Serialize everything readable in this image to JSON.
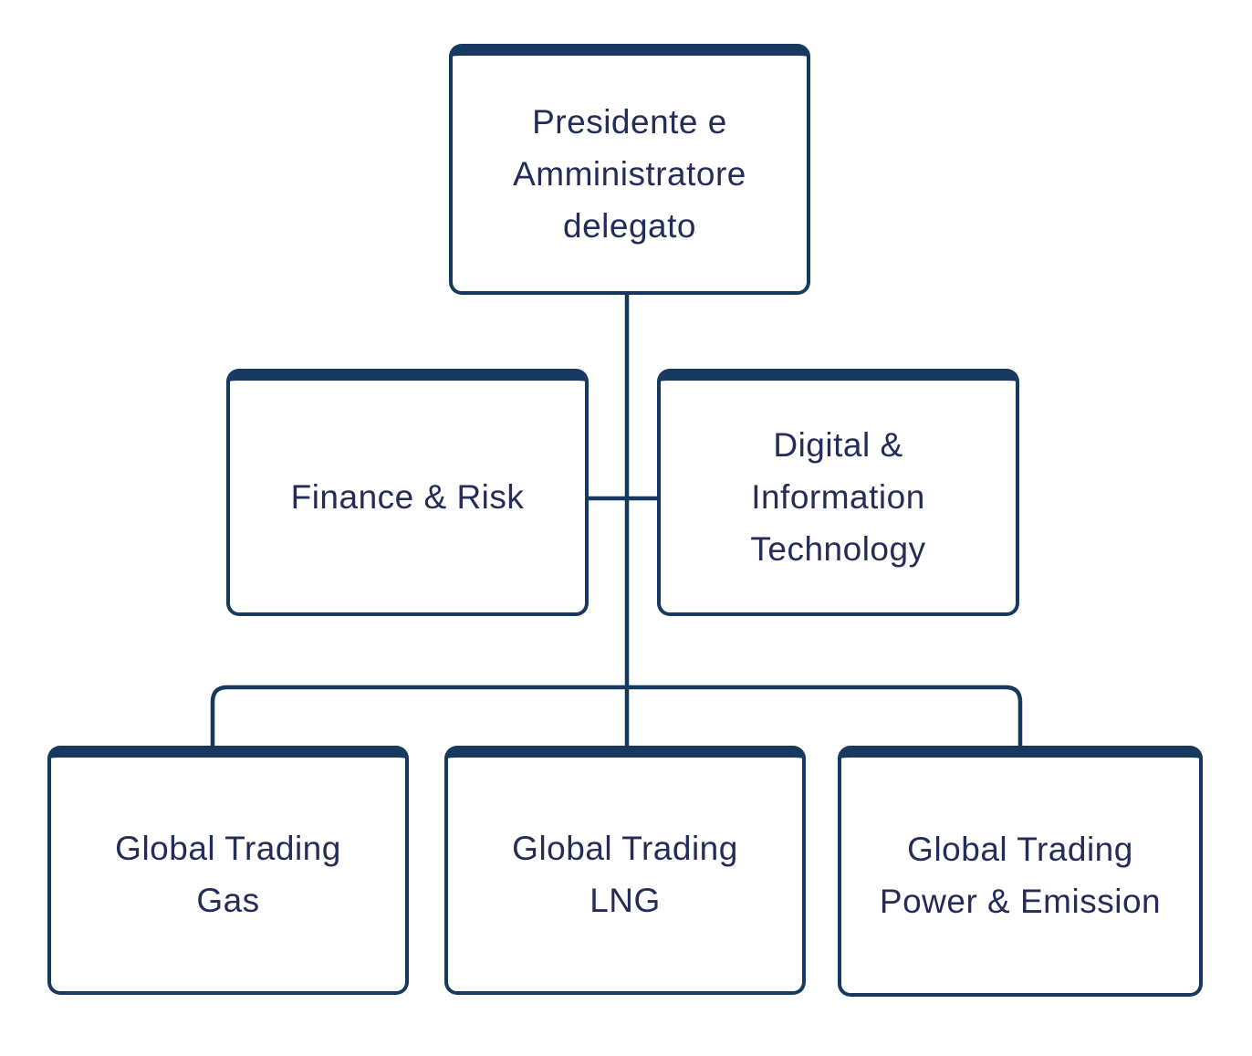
{
  "colors": {
    "line": "#17395F",
    "text": "#242C58",
    "box_bg": "#FFFFFF",
    "background": "#FFFFFF"
  },
  "org_chart": {
    "root": {
      "label": "Presidente e\nAmministratore\ndelegato"
    },
    "staff": [
      {
        "label": "Finance & Risk"
      },
      {
        "label": "Digital &\nInformation\nTechnology"
      }
    ],
    "children": [
      {
        "label": "Global Trading\nGas"
      },
      {
        "label": "Global Trading\nLNG"
      },
      {
        "label": "Global Trading\nPower & Emission"
      }
    ]
  }
}
